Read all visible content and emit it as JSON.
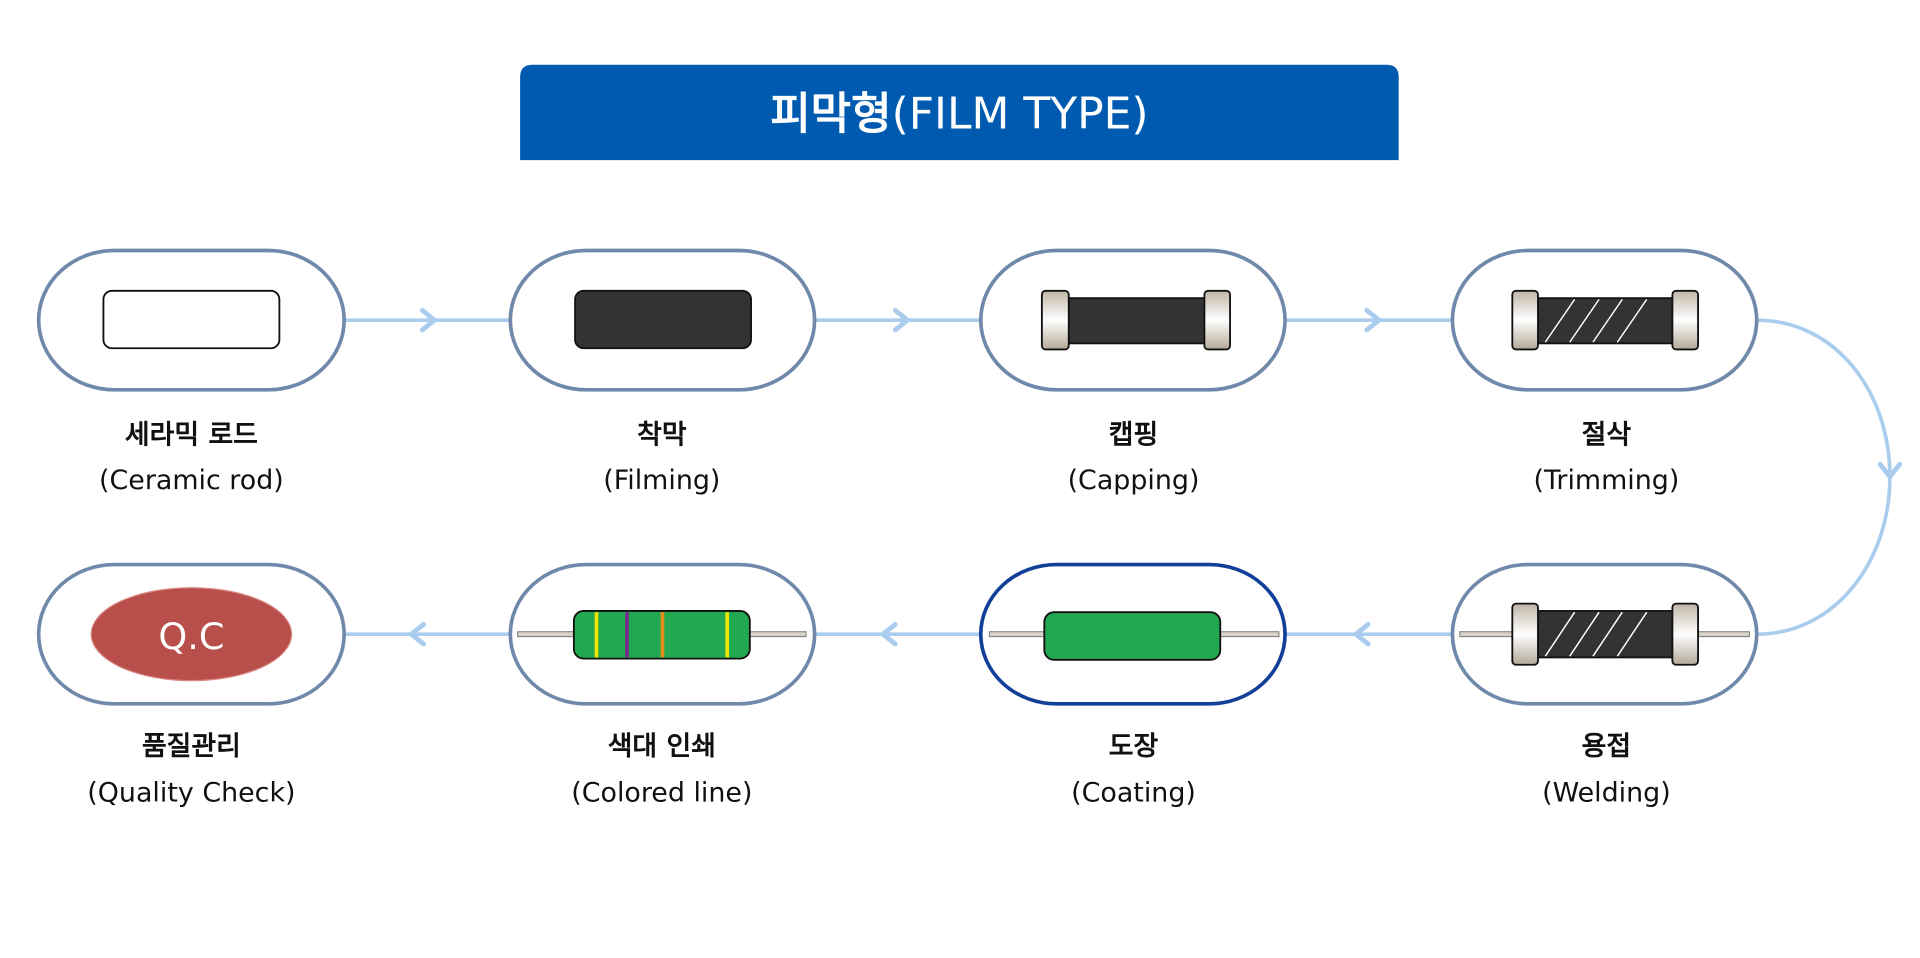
{
  "title": {
    "korean": "피막형",
    "english": "(FILM TYPE)"
  },
  "colors": {
    "banner": "#005bb0",
    "capsule_border": "#7089ab",
    "capsule_active_border": "#123f98",
    "connector": "#aacdee",
    "film": "#333333",
    "coating": "#22a851",
    "qc": "#b84f4a"
  },
  "steps": [
    {
      "korean": "세라믹 로드",
      "english": "(Ceramic rod)",
      "icon": "ceramic-rod-icon"
    },
    {
      "korean": "착막",
      "english": "(Filming)",
      "icon": "filmed-rod-icon"
    },
    {
      "korean": "캡핑",
      "english": "(Capping)",
      "icon": "capped-rod-icon"
    },
    {
      "korean": "절삭",
      "english": "(Trimming)",
      "icon": "trimmed-rod-icon"
    },
    {
      "korean": "용접",
      "english": "(Welding)",
      "icon": "welded-resistor-icon"
    },
    {
      "korean": "도장",
      "english": "(Coating)",
      "icon": "coated-resistor-icon"
    },
    {
      "korean": "색대 인쇄",
      "english": "(Colored line)",
      "icon": "color-banded-resistor-icon"
    },
    {
      "korean": "품질관리",
      "english": "(Quality Check)",
      "icon": "qc-badge-icon",
      "badge": "Q.C"
    }
  ]
}
